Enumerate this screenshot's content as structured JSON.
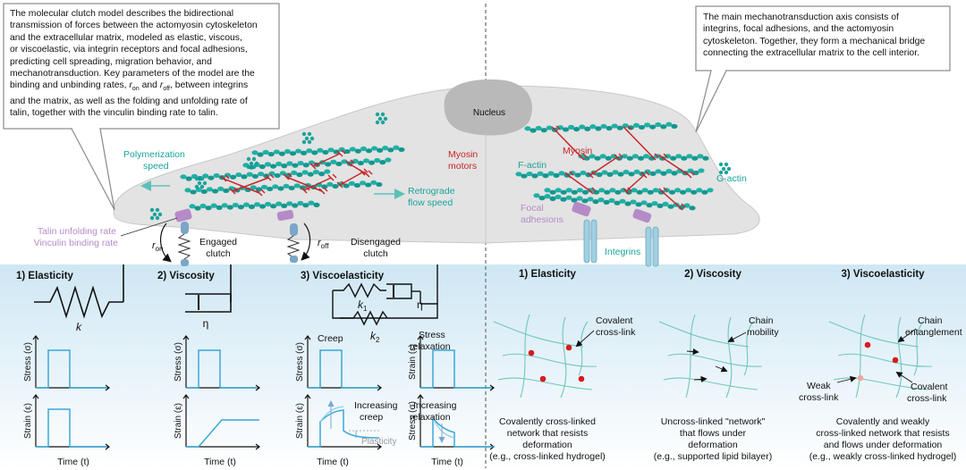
{
  "left_callout": {
    "text": "The molecular clutch model  describes the bidirectional transmission of forces between the actomyosin cytoskeleton and the extracellular matrix, modeled as elastic, viscous, or viscoelastic, via integrin receptors and focal adhesions, predicting cell spreading, migration behavior, and mechanotransduction. Key parameters of the model are the binding and unbinding rates, r_on and r_off, between integrins and the matrix, as well as the folding and unfolding rate of talin, together with the vinculin binding rate to talin.",
    "lines": [
      "The molecular clutch model  describes the bidirectional",
      "transmission of forces between the actomyosin cytoskeleton",
      "and the extracellular matrix, modeled as elastic, viscous,",
      "or viscoelastic, via integrin receptors and focal adhesions,",
      "predicting cell spreading, migration behavior, and",
      "mechanotransduction. Key parameters of the model are the",
      "binding and unbinding rates, ",
      "between integrins",
      "and the matrix, as well as the folding and unfolding rate of",
      "talin, together with the vinculin binding rate to talin."
    ],
    "r_on_sub": "on",
    "r_off_sub": "off",
    "and_word": " and ",
    "comma": ","
  },
  "right_callout": {
    "lines": [
      "The main mechanotransduction axis consists of",
      "integrins, focal adhesions, and the actomyosin",
      "cytoskeleton. Together, they form a mechanical bridge",
      "connecting the extracellular matrix to the cell interior."
    ]
  },
  "cell_labels": {
    "nucleus": "Nucleus",
    "polymerization": [
      "Polymerization",
      "speed"
    ],
    "myosin_motors": [
      "Myosin",
      "motors"
    ],
    "retrograde": [
      "Retrograde",
      "flow speed"
    ],
    "talin": [
      "Talin unfolding rate",
      "Vinculin binding rate"
    ],
    "r_symbol": "r",
    "r_on_sub": "on",
    "r_off_sub": "off",
    "engaged": [
      "Engaged",
      "clutch"
    ],
    "disengaged": [
      "Disengaged",
      "clutch"
    ],
    "myosin": "Myosin",
    "f_actin": "F-actin",
    "g_actin": "G-actin",
    "focal": [
      "Focal",
      "adhesions"
    ],
    "integrins": "Integrins"
  },
  "left_panel": {
    "titles": [
      "1) Elasticity",
      "2) Viscosity",
      "3) Viscoelasticity"
    ],
    "k": "k",
    "eta": "η",
    "k1": "k",
    "k1_sub": "1",
    "k2": "k",
    "k2_sub": "2",
    "creep": "Creep",
    "stress_relaxation": [
      "Stress",
      "relaxation"
    ],
    "increasing_creep": [
      "Increasing",
      "creep"
    ],
    "increasing_relaxation": [
      "Increasing",
      "relaxation"
    ],
    "plasticity": "Plasticity",
    "stress_label": "Stress (σ)",
    "strain_label": "Strain (ε)",
    "time_label": "Time (t)"
  },
  "right_panel": {
    "titles": [
      "1) Elasticity",
      "2) Viscosity",
      "3) Viscoelasticity"
    ],
    "covalent": [
      "Covalent",
      "cross-link"
    ],
    "chain_mobility": [
      "Chain",
      "mobility"
    ],
    "chain_entanglement": [
      "Chain",
      "entanglement"
    ],
    "weak": [
      "Weak",
      "cross-link"
    ],
    "covalent2": [
      "Covalent",
      "cross-link"
    ],
    "desc1": [
      "Covalently cross-linked",
      "network that resists",
      "deformation",
      "(e.g., cross-linked hydrogel)"
    ],
    "desc2": [
      "Uncross-linked \"network\"",
      "that flows under",
      "deformation",
      "(e.g., supported lipid bilayer)"
    ],
    "desc3": [
      "Covalently and weakly",
      "cross-linked network that resists",
      "and flows under deformation",
      "(e.g., weakly cross-linked hydrogel)"
    ]
  },
  "colors": {
    "teal": "#1aa39a",
    "teal_dark": "#12827b",
    "red": "#c8262c",
    "purple": "#b58bc7",
    "cell": "#e3e3e3",
    "nucleus": "#b9b9b9",
    "blue_panel": "#d5ebf6",
    "plot_line": "#3aa8d6"
  }
}
